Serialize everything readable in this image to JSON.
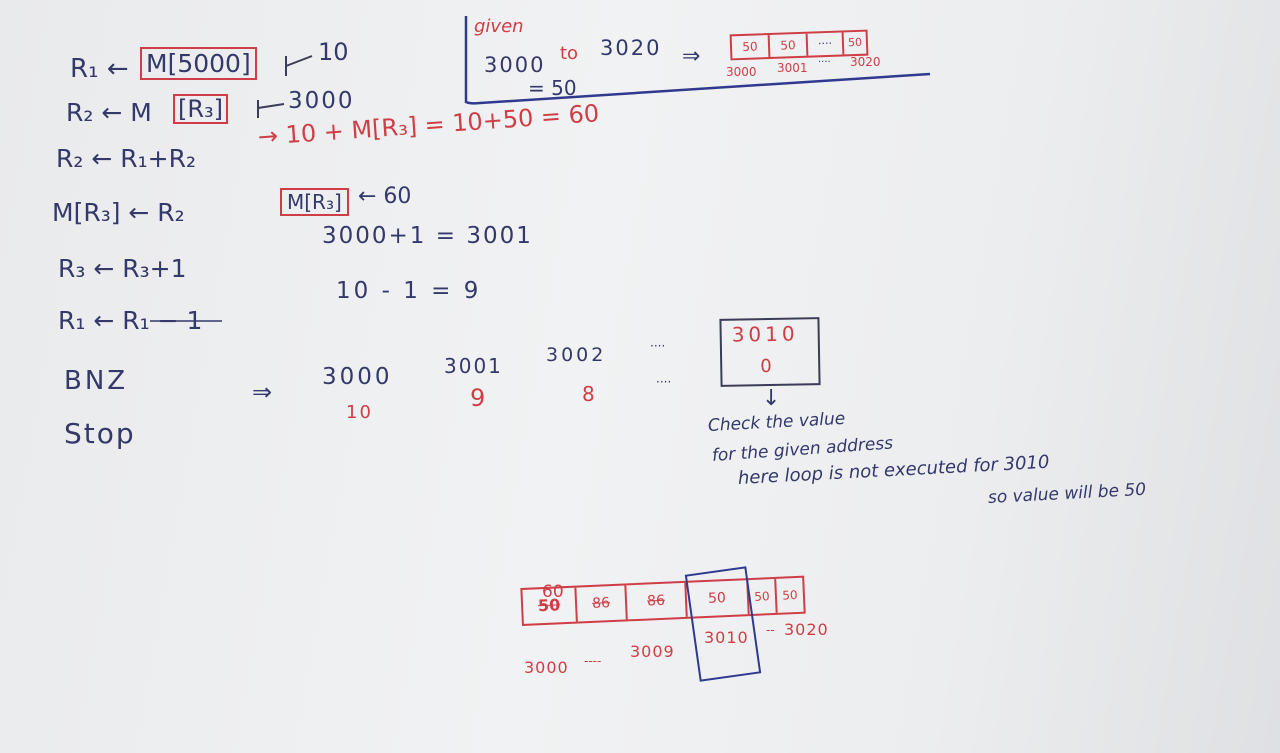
{
  "asm": {
    "line1": {
      "left": "R₁ ← ",
      "inbox": "M[5000]",
      "right": "10"
    },
    "line2": {
      "left": "R₂ ← M",
      "inbox": "[R₃]",
      "right": "3000"
    },
    "line3": {
      "left": "R₂ ← R₁+R₂",
      "right": "→ 10 + M[R₃] = 10+50 = 60"
    },
    "line4": {
      "left": "M[R₃] ← R₂",
      "inbox": "M[R₃]",
      "right": "← 60"
    },
    "line5": {
      "left": "R₃ ← R₃+1",
      "right": "3000+1 = 3001"
    },
    "line6": {
      "left": "R₁ ← R₁ − 1",
      "right": "10 - 1 = 9"
    },
    "line7": {
      "left": "BNZ"
    },
    "line8": {
      "left": "Stop"
    }
  },
  "given": {
    "label": "given",
    "range_from": "3000",
    "range_to_word": "to",
    "range_to": "3020",
    "equals": "= 50",
    "implies": "⇒",
    "cells": [
      "50",
      "50",
      "····",
      "50"
    ],
    "addrs": [
      "3000",
      "3001",
      "····",
      "3020"
    ]
  },
  "trace": {
    "implies": "⇒",
    "addrs": [
      "3000",
      "3001",
      "3002",
      "····"
    ],
    "vals": [
      "10",
      "9",
      "8",
      "····"
    ],
    "box_addr": "3010",
    "box_val": "0",
    "down_arrow": "↓"
  },
  "note": {
    "line1": "Check the value",
    "line2": "for the given address",
    "line3": "here loop is not executed for 3010",
    "line4": "so value will be 50"
  },
  "memory": {
    "above": "60",
    "cells": [
      "50",
      "86",
      "86",
      "50",
      "50",
      "50"
    ],
    "start": "3000",
    "dots": "----",
    "a3009": "3009",
    "a3010": "3010",
    "dash": "--",
    "end": "3020"
  }
}
